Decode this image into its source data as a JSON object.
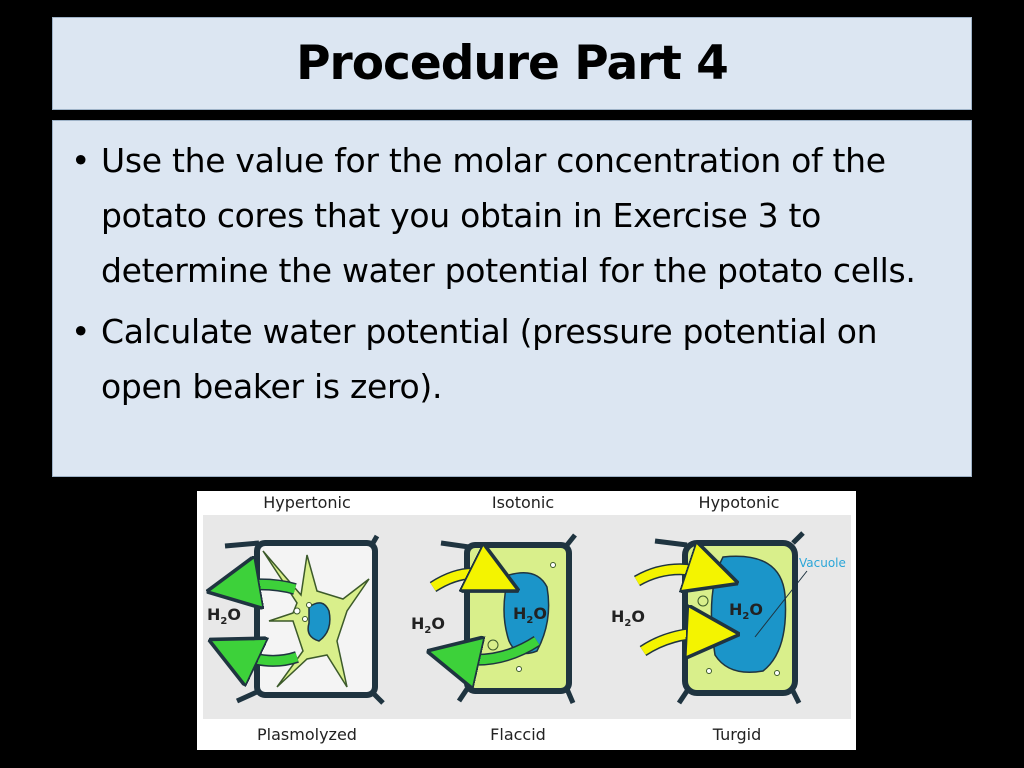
{
  "slide": {
    "title": "Procedure Part 4",
    "bullets": [
      "Use the value for the molar concentration of the potato cores that you obtain in Exercise 3 to determine the water potential for the potato cells.",
      "Calculate water potential (pressure potential on open beaker is zero)."
    ]
  },
  "figure": {
    "top_labels": [
      "Hypertonic",
      "Isotonic",
      "Hypotonic"
    ],
    "bottom_labels": [
      "Plasmolyzed",
      "Flaccid",
      "Turgid"
    ],
    "water_label": {
      "main": "H",
      "sub": "2",
      "end": "O"
    },
    "vacuole_label": "Vacuole",
    "icons": [
      "green-out-arrow-icon",
      "yellow-in-arrow-icon"
    ],
    "colors": {
      "cell_wall": "#1f3440",
      "cytoplasm": "#d9ef8b",
      "vacuole": "#1b95c9",
      "green_arrow": "#3dd13a",
      "yellow_arrow": "#f4f400",
      "panel_bg": "#e8e8e8"
    }
  }
}
